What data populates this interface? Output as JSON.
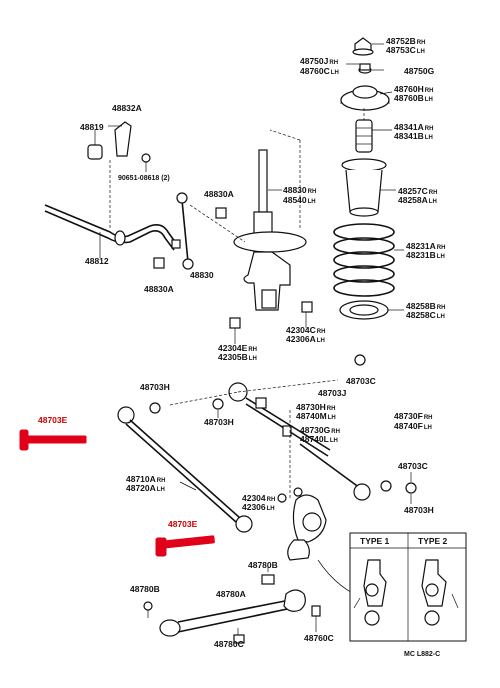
{
  "labels": {
    "p48752b": "48752B",
    "p48753c": "48753C",
    "p48750j": "48750J",
    "p48760c_top": "48760C",
    "p48750g": "48750G",
    "p48760h": "48760H",
    "p48760b": "48760B",
    "p48341a": "48341A",
    "p48341b": "48341B",
    "p48257c": "48257C",
    "p48258a": "48258A",
    "p48231a": "48231A",
    "p48231b": "48231B",
    "p48258b": "48258B",
    "p48258c": "48258C",
    "p48830": "48830",
    "p48540": "48540",
    "p48832a": "48832A",
    "p48819": "48819",
    "p90651": "90651-08618 (2)",
    "p48830a_top": "48830A",
    "p48812": "48812",
    "p48830_small": "48830",
    "p48830a_bot": "48830A",
    "p42304c": "42304C",
    "p42306a": "42306A",
    "p42304e": "42304E",
    "p42305b": "42305B",
    "p48703h_1": "48703H",
    "p48703h_2": "48703H",
    "p48703j": "48703J",
    "p48703c_1": "48703C",
    "p48730h": "48730H",
    "p48740m": "48740M",
    "p48730f": "48730F",
    "p48740f": "48740F",
    "p48730g": "48730G",
    "p48740l": "48740L",
    "p48703e_1": "48703E",
    "p48710a": "48710A",
    "p48720a": "48720A",
    "p42304_mid": "42304",
    "p42306_mid": "42306",
    "p48703c_2": "48703C",
    "p48703h_3": "48703H",
    "p48703e_2": "48703E",
    "p48780b": "48780B",
    "p48780a": "48780A",
    "p48780c": "48780C",
    "p48760c_bot": "48760C",
    "p48780b_left": "48780B",
    "type1": "TYPE 1",
    "type2": "TYPE 2",
    "code": "MC L882-C",
    "rh": "RH",
    "lh": "LH"
  },
  "colors": {
    "highlight": "#e0001a",
    "line": "#111111"
  }
}
